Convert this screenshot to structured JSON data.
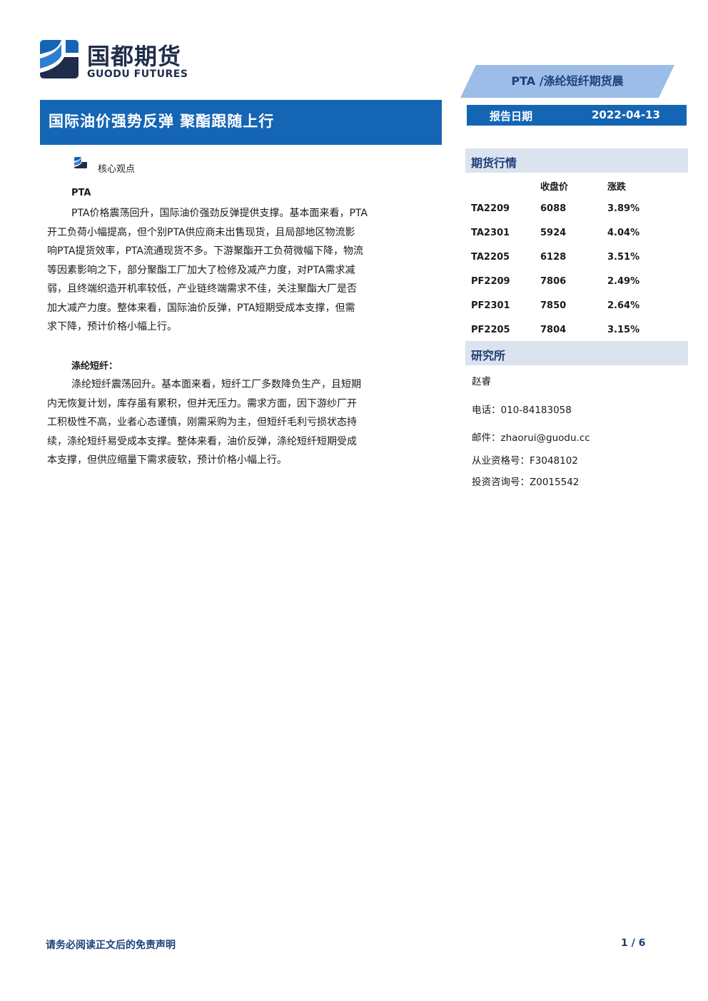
{
  "brand": {
    "name_cn": "国都期货",
    "name_en": "GUODU FUTURES",
    "colors": {
      "blue": "#1565b5",
      "navy": "#1f2d4a",
      "light": "#dbe3ee",
      "banner": "#9cbde8"
    }
  },
  "banner": {
    "text": "PTA /涤纶短纤期货晨"
  },
  "title": "国际油价强势反弹 聚酯跟随上行",
  "report_date": {
    "label": "报告日期",
    "value": "2022-04-13"
  },
  "core": {
    "label": "核心观点",
    "sections": [
      {
        "heading": "PTA",
        "lines": [
          "PTA价格震荡回升，国际油价强劲反弹提供支撑。基本面来看，PTA",
          "开工负荷小幅提高，但个别PTA供应商未出售现货，且局部地区物流影",
          "响PTA提货效率，PTA流通现货不多。下游聚酯开工负荷微幅下降，物流",
          "等因素影响之下，部分聚酯工厂加大了检修及减产力度，对PTA需求减",
          "弱，且终端织造开机率较低，产业链终端需求不佳，关注聚酯大厂是否",
          "加大减产力度。整体来看，国际油价反弹，PTA短期受成本支撑，但需",
          "求下降，预计价格小幅上行。"
        ]
      },
      {
        "heading": "涤纶短纤：",
        "lines": [
          "涤纶短纤震荡回升。基本面来看，短纤工厂多数降负生产，且短期",
          "内无恢复计划，库存虽有累积，但并无压力。需求方面，因下游纱厂开",
          "工积极性不高，业者心态谨慎，刚需采购为主，但短纤毛利亏损状态持",
          "续，涤纶短纤易受成本支撑。整体来看，油价反弹，涤纶短纤短期受成",
          "本支撑，但供应缩量下需求疲软，预计价格小幅上行。"
        ]
      }
    ]
  },
  "futures": {
    "heading": "期货行情",
    "columns": [
      "",
      "收盘价",
      "涨跌"
    ],
    "rows": [
      [
        "TA2209",
        "6088",
        "3.89%"
      ],
      [
        "TA2301",
        "5924",
        "4.04%"
      ],
      [
        "TA2205",
        "6128",
        "3.51%"
      ],
      [
        "PF2209",
        "7806",
        "2.49%"
      ],
      [
        "PF2301",
        "7850",
        "2.64%"
      ],
      [
        "PF2205",
        "7804",
        "3.15%"
      ]
    ]
  },
  "research": {
    "heading": "研究所",
    "name": "赵睿",
    "phone": "电话：010-84183058",
    "email": "邮件：zhaorui@guodu.cc",
    "qualification": "从业资格号：F3048102",
    "consulting": "投资咨询号：Z0015542"
  },
  "footer": {
    "disclaimer": "请务必阅读正文后的免责声明",
    "page": "1 / 6"
  }
}
